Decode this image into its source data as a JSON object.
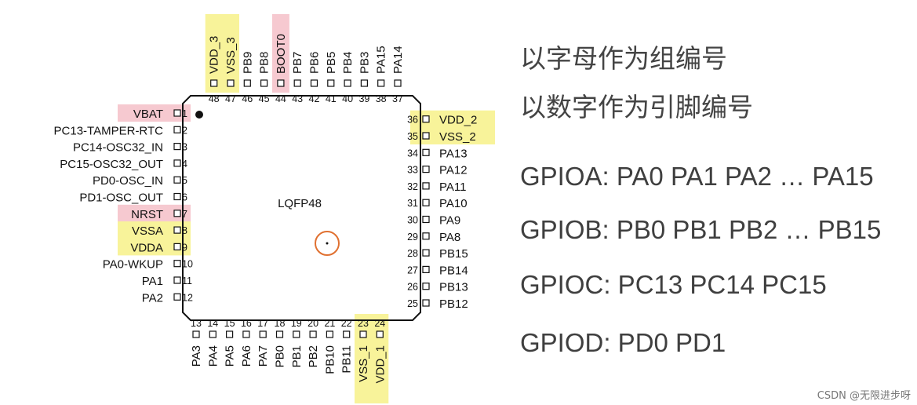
{
  "chip": {
    "package_label": "LQFP48",
    "left_pins": [
      {
        "num": "1",
        "name": "VBAT",
        "hl": "pink"
      },
      {
        "num": "2",
        "name": "PC13-TAMPER-RTC",
        "hl": ""
      },
      {
        "num": "3",
        "name": "PC14-OSC32_IN",
        "hl": ""
      },
      {
        "num": "4",
        "name": "PC15-OSC32_OUT",
        "hl": ""
      },
      {
        "num": "5",
        "name": "PD0-OSC_IN",
        "hl": ""
      },
      {
        "num": "6",
        "name": "PD1-OSC_OUT",
        "hl": ""
      },
      {
        "num": "7",
        "name": "NRST",
        "hl": "pink"
      },
      {
        "num": "8",
        "name": "VSSA",
        "hl": "yellow"
      },
      {
        "num": "9",
        "name": "VDDA",
        "hl": "yellow"
      },
      {
        "num": "10",
        "name": "PA0-WKUP",
        "hl": ""
      },
      {
        "num": "11",
        "name": "PA1",
        "hl": ""
      },
      {
        "num": "12",
        "name": "PA2",
        "hl": ""
      }
    ],
    "bottom_pins": [
      {
        "num": "13",
        "name": "PA3",
        "hl": ""
      },
      {
        "num": "14",
        "name": "PA4",
        "hl": ""
      },
      {
        "num": "15",
        "name": "PA5",
        "hl": ""
      },
      {
        "num": "16",
        "name": "PA6",
        "hl": ""
      },
      {
        "num": "17",
        "name": "PA7",
        "hl": ""
      },
      {
        "num": "18",
        "name": "PB0",
        "hl": ""
      },
      {
        "num": "19",
        "name": "PB1",
        "hl": ""
      },
      {
        "num": "20",
        "name": "PB2",
        "hl": ""
      },
      {
        "num": "21",
        "name": "PB10",
        "hl": ""
      },
      {
        "num": "22",
        "name": "PB11",
        "hl": ""
      },
      {
        "num": "23",
        "name": "VSS_1",
        "hl": "yellow"
      },
      {
        "num": "24",
        "name": "VDD_1",
        "hl": "yellow"
      }
    ],
    "right_pins": [
      {
        "num": "25",
        "name": "PB12",
        "hl": ""
      },
      {
        "num": "26",
        "name": "PB13",
        "hl": ""
      },
      {
        "num": "27",
        "name": "PB14",
        "hl": ""
      },
      {
        "num": "28",
        "name": "PB15",
        "hl": ""
      },
      {
        "num": "29",
        "name": "PA8",
        "hl": ""
      },
      {
        "num": "30",
        "name": "PA9",
        "hl": ""
      },
      {
        "num": "31",
        "name": "PA10",
        "hl": ""
      },
      {
        "num": "32",
        "name": "PA11",
        "hl": ""
      },
      {
        "num": "33",
        "name": "PA12",
        "hl": ""
      },
      {
        "num": "34",
        "name": "PA13",
        "hl": ""
      },
      {
        "num": "35",
        "name": "VSS_2",
        "hl": "yellow"
      },
      {
        "num": "36",
        "name": "VDD_2",
        "hl": "yellow"
      }
    ],
    "top_pins": [
      {
        "num": "37",
        "name": "PA14",
        "hl": ""
      },
      {
        "num": "38",
        "name": "PA15",
        "hl": ""
      },
      {
        "num": "39",
        "name": "PB3",
        "hl": ""
      },
      {
        "num": "40",
        "name": "PB4",
        "hl": ""
      },
      {
        "num": "41",
        "name": "PB5",
        "hl": ""
      },
      {
        "num": "42",
        "name": "PB6",
        "hl": ""
      },
      {
        "num": "43",
        "name": "PB7",
        "hl": ""
      },
      {
        "num": "44",
        "name": "BOOT0",
        "hl": "pink"
      },
      {
        "num": "45",
        "name": "PB8",
        "hl": ""
      },
      {
        "num": "46",
        "name": "PB9",
        "hl": ""
      },
      {
        "num": "47",
        "name": "VSS_3",
        "hl": "yellow"
      },
      {
        "num": "48",
        "name": "VDD_3",
        "hl": "yellow"
      }
    ],
    "colors": {
      "pink": "#f6c9d0",
      "yellow": "#f8f39a",
      "outline": "#111111",
      "marker": "#e07030"
    }
  },
  "notes": {
    "group_by_letter": "以字母作为组编号",
    "pin_by_number": "以数字作为引脚编号",
    "gpioa": "GPIOA: PA0 PA1 PA2 … PA15",
    "gpiob": "GPIOB: PB0 PB1 PB2 … PB15",
    "gpioc": "GPIOC: PC13 PC14 PC15",
    "gpiod": "GPIOD: PD0 PD1"
  },
  "watermark": "CSDN @无限进步呀"
}
